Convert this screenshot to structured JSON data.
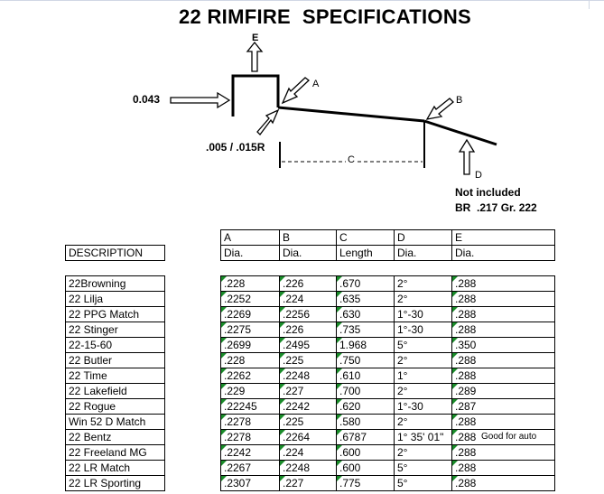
{
  "title": "22 RIMFIRE  SPECIFICATIONS",
  "diagram": {
    "label_e": "E",
    "label_a": "A",
    "label_b": "B",
    "label_c": "C",
    "label_d": "D",
    "thickness": "0.043",
    "radius": ".005 / .015R",
    "not_included": "Not included",
    "br_note": "BR  .217 Gr. 222"
  },
  "table": {
    "header_desc": "DESCRIPTION",
    "header_letters": [
      "A",
      "B",
      "C",
      "D",
      "E"
    ],
    "header_units": [
      "Dia.",
      "Dia.",
      "Length",
      "Dia.",
      "Dia."
    ],
    "rows": [
      {
        "desc": "22Browning",
        "a": ".228",
        "b": ".226",
        "c": ".670",
        "d": "2°",
        "e": ".288",
        "note": ""
      },
      {
        "desc": "22 Lilja",
        "a": ".2252",
        "b": ".224",
        "c": ".635",
        "d": "2°",
        "e": ".288",
        "note": ""
      },
      {
        "desc": "22 PPG Match",
        "a": ".2269",
        "b": ".2256",
        "c": ".630",
        "d": "1°-30",
        "e": ".288",
        "note": ""
      },
      {
        "desc": "22 Stinger",
        "a": ".2275",
        "b": ".226",
        "c": ".735",
        "d": "1°-30",
        "e": ".288",
        "note": ""
      },
      {
        "desc": "22-15-60",
        "a": ".2699",
        "b": ".2495",
        "c": "1.968",
        "d": "5°",
        "e": ".350",
        "note": ""
      },
      {
        "desc": "22 Butler",
        "a": ".228",
        "b": ".225",
        "c": ".750",
        "d": "2°",
        "e": ".288",
        "note": ""
      },
      {
        "desc": "22 Time",
        "a": ".2262",
        "b": ".2248",
        "c": ".610",
        "d": "1°",
        "e": ".288",
        "note": ""
      },
      {
        "desc": "22 Lakefield",
        "a": ".229",
        "b": ".227",
        "c": ".700",
        "d": "2°",
        "e": ".289",
        "note": ""
      },
      {
        "desc": "22 Rogue",
        "a": ".22245",
        "b": ".2242",
        "c": ".620",
        "d": "1°-30",
        "e": ".287",
        "note": ""
      },
      {
        "desc": "Win 52 D Match",
        "a": ".2278",
        "b": ".225",
        "c": ".580",
        "d": "2°",
        "e": ".288",
        "note": ""
      },
      {
        "desc": "22 Bentz",
        "a": ".2278",
        "b": ".2264",
        "c": ".6787",
        "d": "1° 35' 01\"",
        "e": ".288",
        "note": "Good for auto"
      },
      {
        "desc": "22 Freeland MG",
        "a": ".2242",
        "b": ".224",
        "c": ".600",
        "d": "2°",
        "e": ".288",
        "note": ""
      },
      {
        "desc": "22 LR Match",
        "a": ".2267",
        "b": ".2248",
        "c": ".600",
        "d": "5°",
        "e": ".288",
        "note": ""
      },
      {
        "desc": "22 LR Sporting",
        "a": ".2307",
        "b": ".227",
        "c": ".775",
        "d": "5°",
        "e": ".288",
        "note": ""
      }
    ]
  }
}
